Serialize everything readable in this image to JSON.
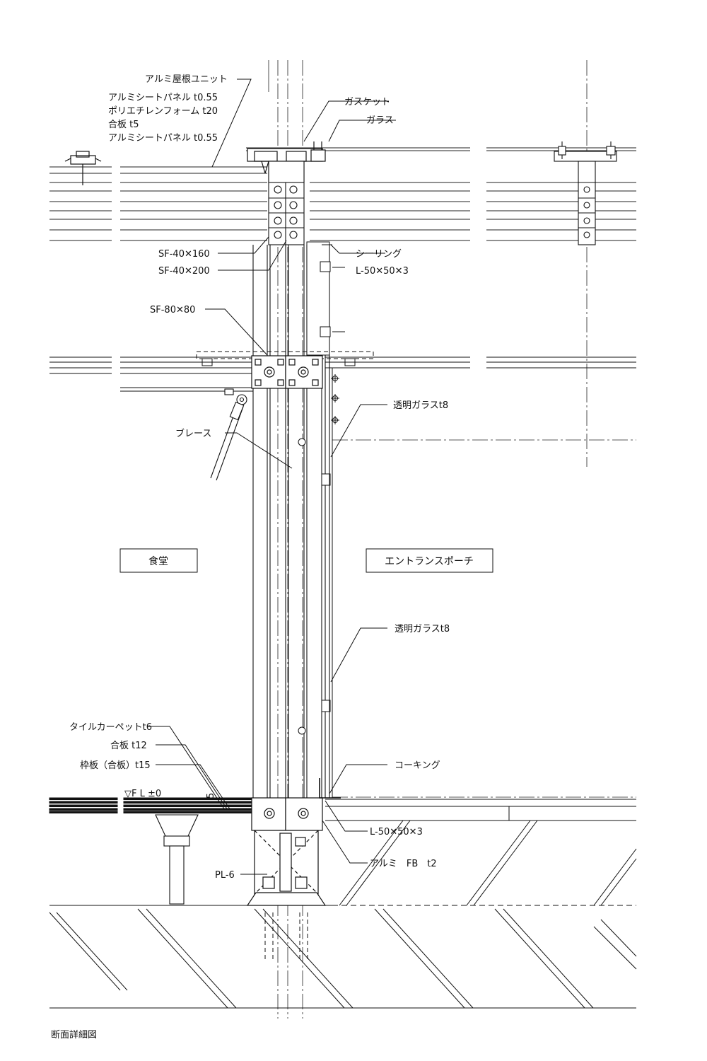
{
  "drawing_title": "断面詳細図",
  "rooms": {
    "dining": "食堂",
    "entrance_porch": "エントランスポーチ"
  },
  "labels": {
    "roof_unit": "アルミ屋根ユニット",
    "roof_layer_1": "アルミシートパネル t0.55",
    "roof_layer_2": "ポリエチレンフォーム t20",
    "roof_layer_3": "合板 t5",
    "roof_layer_4": "アルミシートパネル t0.55",
    "gasket": "ガスケット",
    "glass": "ガラス",
    "sf_40x160": "SF-40✕160",
    "sf_40x200": "SF-40✕200",
    "sealing": "シーリング",
    "angle_top": "L-50✕50✕3",
    "sf_80x80": "SF-80✕80",
    "clear_glass_upper": "透明ガラスt8",
    "brace": "ブレース",
    "clear_glass_lower": "透明ガラスt8",
    "tile_carpet": "タイルカーペットt6",
    "plywood_t12": "合板 t12",
    "frame_board": "枠板（合板）t15",
    "caulking": "コーキング",
    "fl_mark": "▽F L ±0",
    "fl_dim": "5",
    "angle_bottom": "L-50✕50✕3",
    "alum_fb": "アルミ　FB　t2",
    "plate": "PL-6"
  }
}
